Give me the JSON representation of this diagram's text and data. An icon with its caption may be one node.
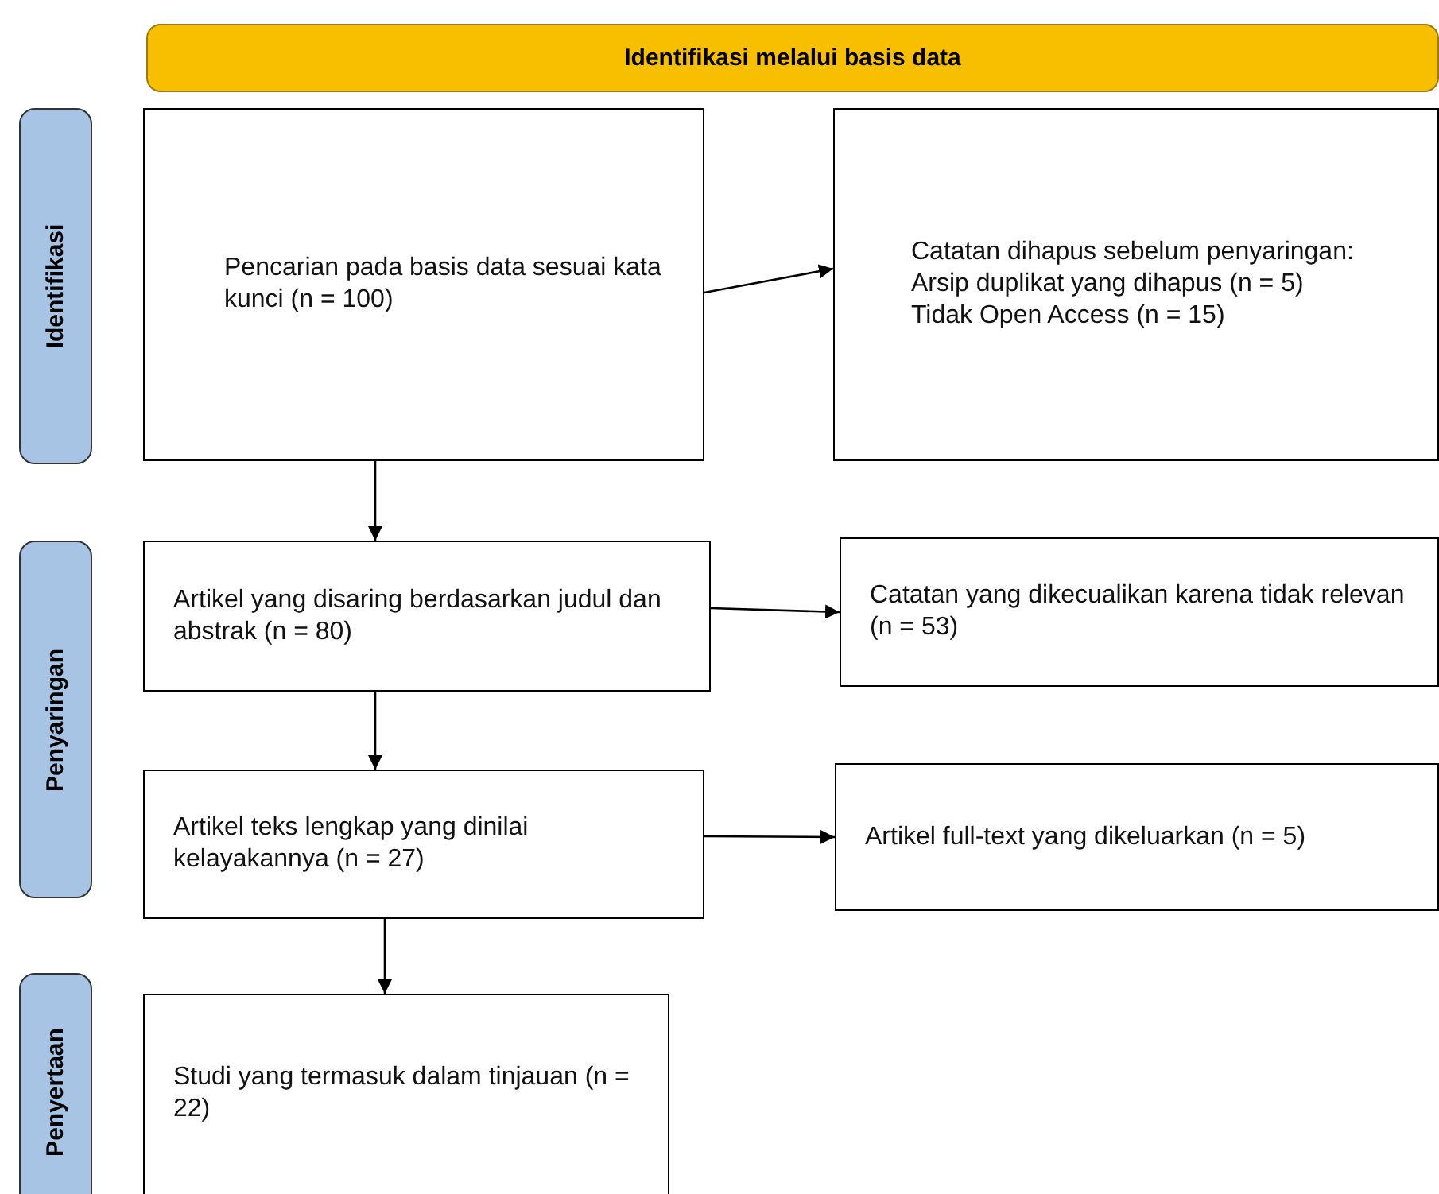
{
  "diagram": {
    "nodes": [
      {
        "text": [
          "Identifikasi melalui basis data"
        ]
      },
      {
        "text": [
          "Identifikasi"
        ]
      },
      {
        "text": [
          "Penyaringan"
        ]
      },
      {
        "text": [
          "Penyertaan"
        ]
      },
      {
        "text": [
          "Pencarian pada basis data sesuai kata kunci (n = 100)"
        ]
      },
      {
        "text": [
          "Catatan dihapus sebelum penyaringan: Arsip duplikat yang dihapus (n = 5)",
          "Tidak Open Access (n = 15)"
        ]
      },
      {
        "text": [
          "Artikel yang disaring berdasarkan judul dan abstrak (n = 80)"
        ]
      },
      {
        "text": [
          "Catatan yang dikecualikan karena tidak relevan (n = 53)"
        ]
      },
      {
        "text": [
          "Artikel teks lengkap yang dinilai kelayakannya (n = 27)"
        ]
      },
      {
        "text": [
          "Artikel full-text yang dikeluarkan (n = 5)"
        ]
      },
      {
        "text": [
          "Studi yang termasuk dalam tinjauan (n = 22)"
        ]
      }
    ],
    "edges": [
      {
        "from": 4,
        "to": 5,
        "arrow": "to"
      },
      {
        "from": 4,
        "to": 6,
        "arrow": "to"
      },
      {
        "from": 6,
        "to": 7,
        "arrow": "to"
      },
      {
        "from": 6,
        "to": 8,
        "arrow": "to"
      },
      {
        "from": 8,
        "to": 9,
        "arrow": "to"
      },
      {
        "from": 8,
        "to": 10,
        "arrow": "to"
      }
    ]
  }
}
